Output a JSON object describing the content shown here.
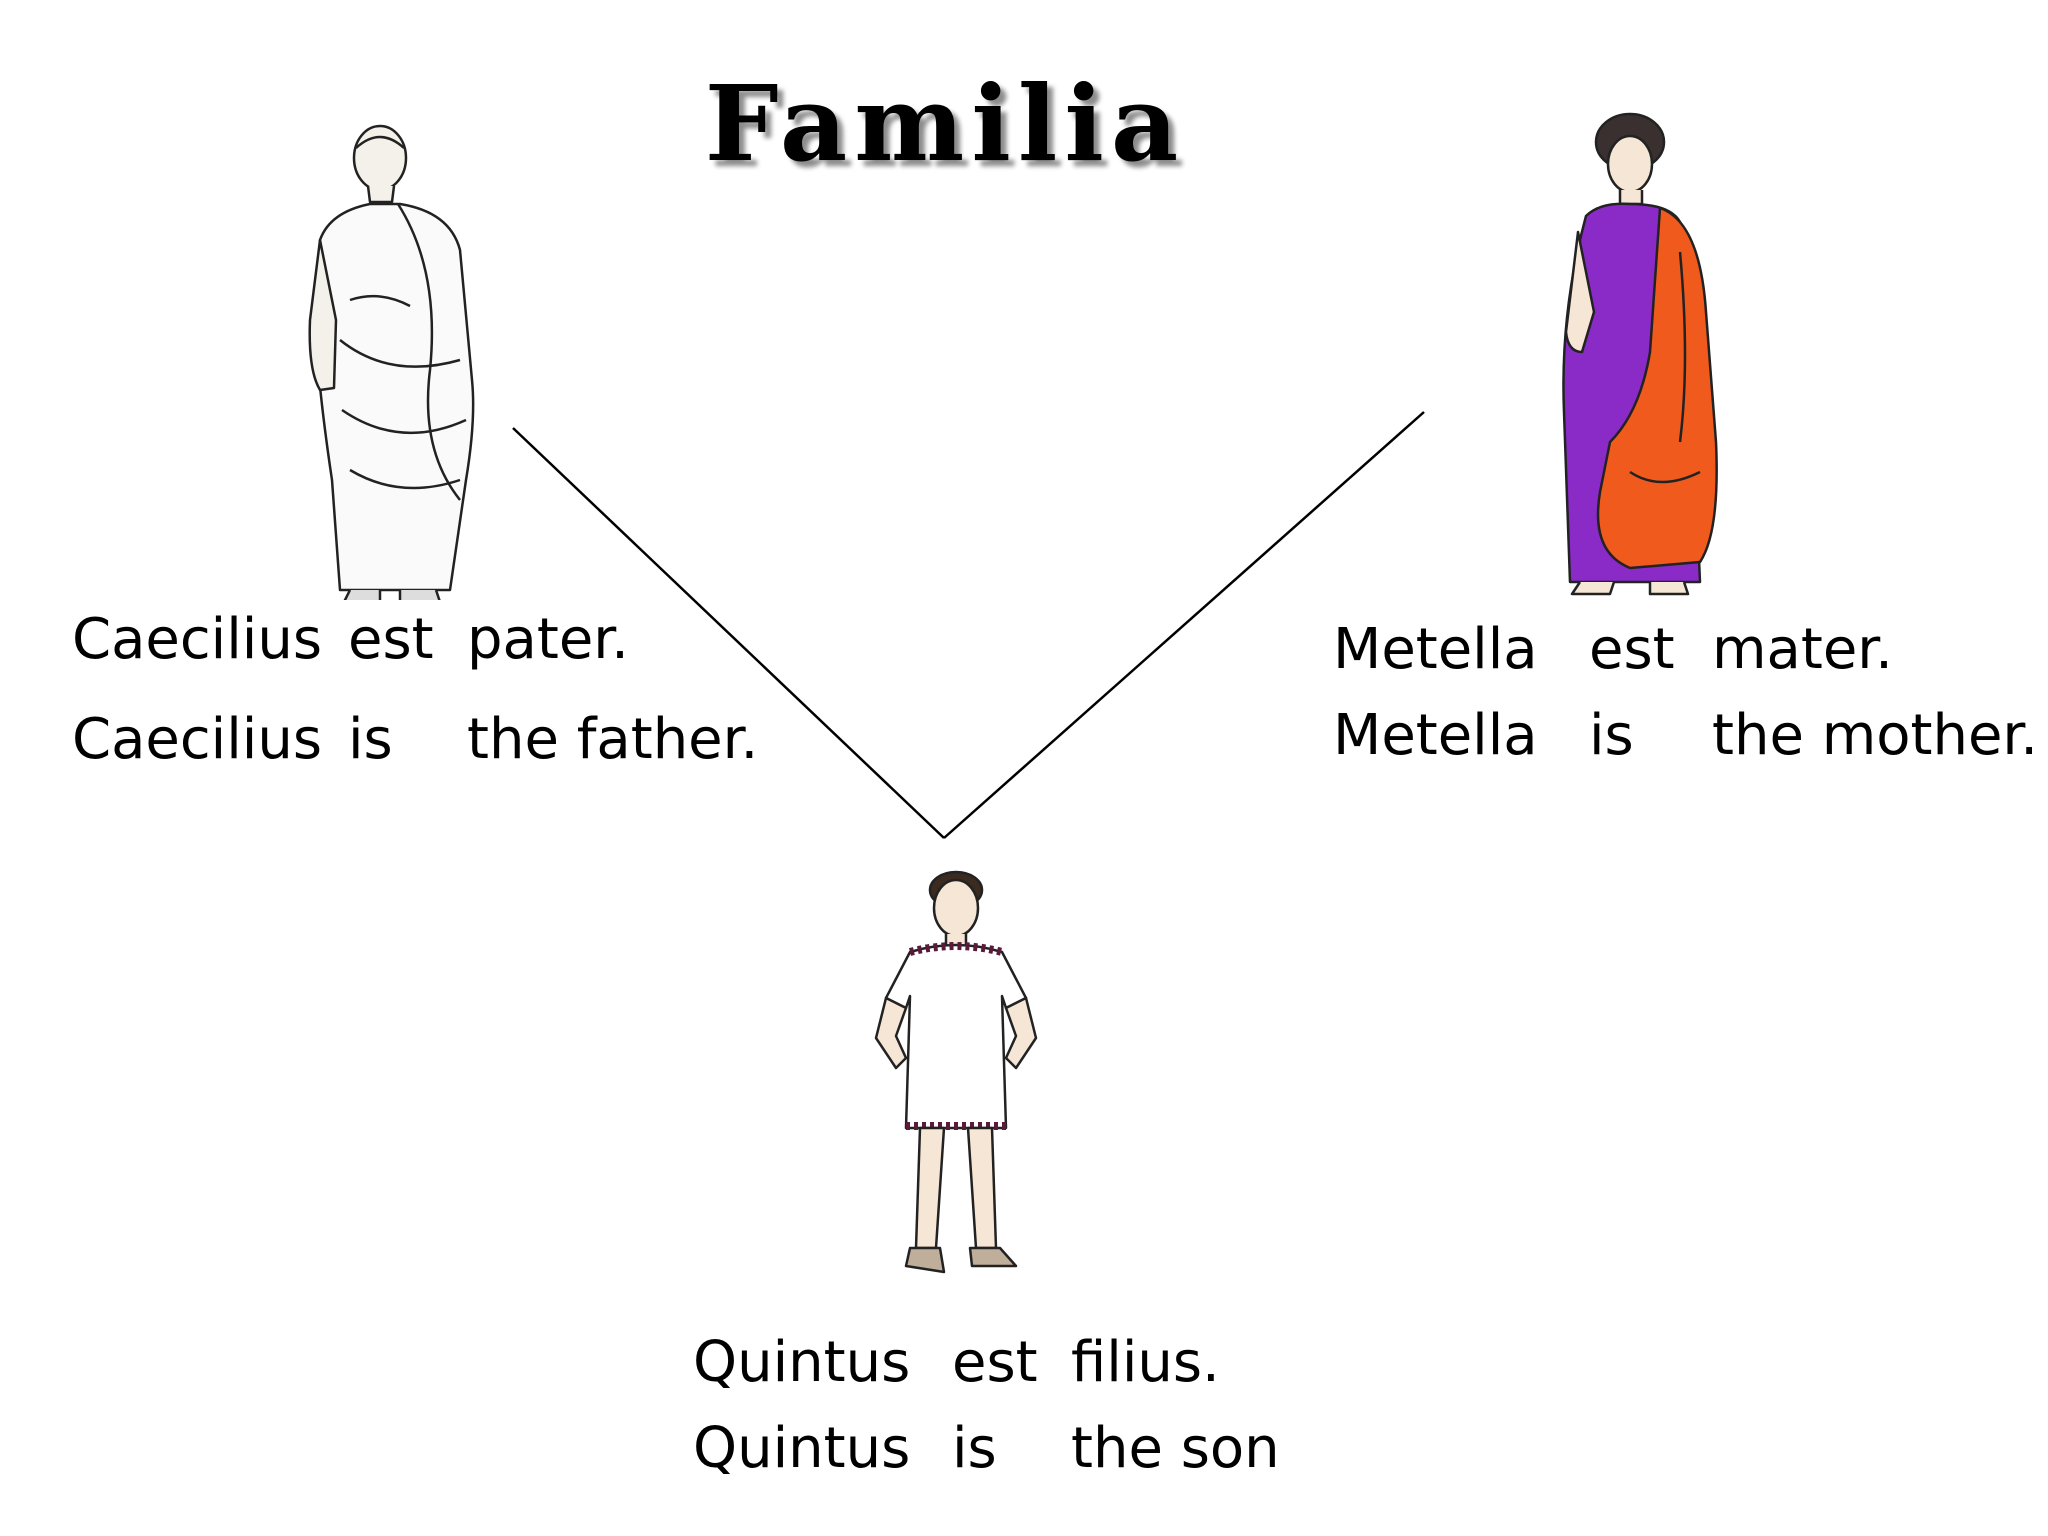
{
  "title": "Familia",
  "members": {
    "father": {
      "rows": [
        [
          "Caecilius",
          "est",
          "pater."
        ],
        [
          "Caecilius",
          "is",
          "the father."
        ]
      ]
    },
    "mother": {
      "rows": [
        [
          "Metella",
          "est",
          "mater."
        ],
        [
          "Metella",
          "is",
          "the mother."
        ]
      ]
    },
    "son": {
      "rows": [
        [
          "Quintus",
          "est",
          "filius."
        ],
        [
          "Quintus",
          "is",
          "the son"
        ]
      ]
    }
  },
  "colors": {
    "text": "#000000",
    "background": "#ffffff",
    "mother_robe": "#8a2bc7",
    "mother_cloak": "#f05a1c",
    "son_trim": "#5a1a3a"
  }
}
